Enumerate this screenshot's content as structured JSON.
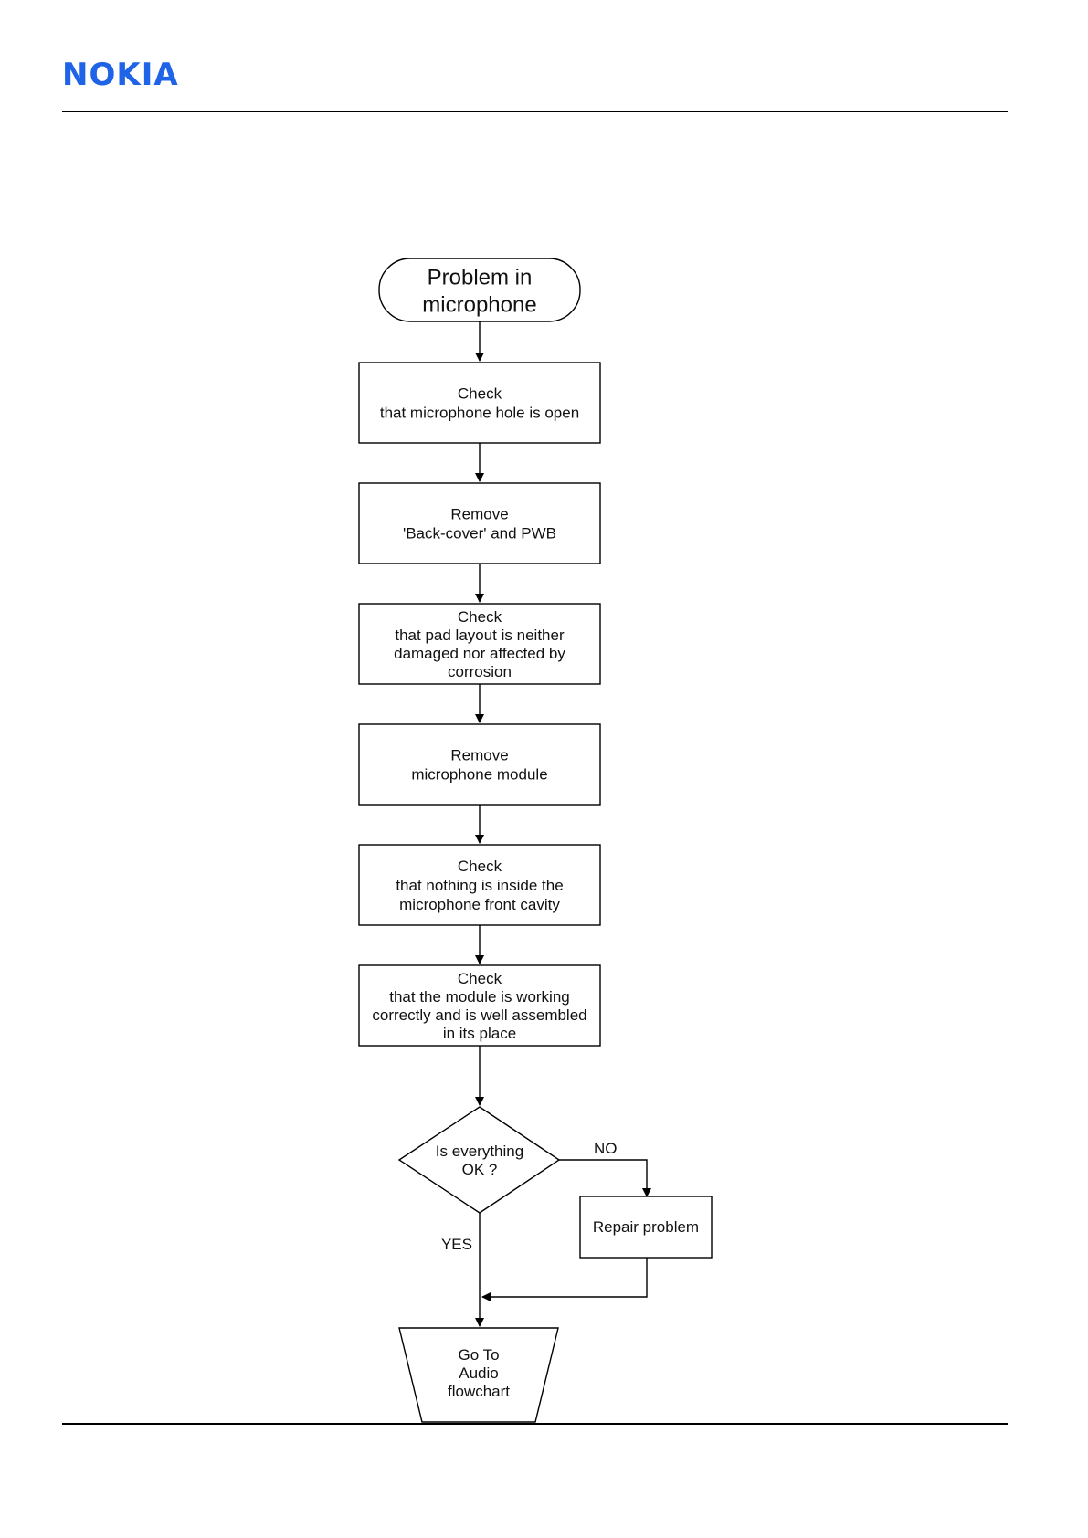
{
  "brand": {
    "logo_text": "NOKIA",
    "logo_color": "#1f64e6"
  },
  "flowchart": {
    "nodes": [
      {
        "id": "start",
        "shape": "terminal",
        "lines": [
          "Problem in",
          "microphone"
        ]
      },
      {
        "id": "check-hole",
        "shape": "process",
        "lines": [
          "Check",
          "that microphone hole is open"
        ]
      },
      {
        "id": "remove-cover",
        "shape": "process",
        "lines": [
          "Remove",
          "'Back-cover' and PWB"
        ]
      },
      {
        "id": "check-pad",
        "shape": "process",
        "lines": [
          "Check",
          "that pad layout is neither",
          "damaged nor affected by",
          "corrosion"
        ]
      },
      {
        "id": "remove-mic",
        "shape": "process",
        "lines": [
          "Remove",
          "microphone module"
        ]
      },
      {
        "id": "check-cavity",
        "shape": "process",
        "lines": [
          "Check",
          "that nothing is inside the",
          "microphone front cavity"
        ]
      },
      {
        "id": "check-module",
        "shape": "process",
        "lines": [
          "Check",
          "that the module is working",
          "correctly and is well assembled",
          "in its place"
        ]
      },
      {
        "id": "decision",
        "shape": "decision",
        "lines": [
          "Is everything",
          "OK ?"
        ]
      },
      {
        "id": "repair",
        "shape": "process",
        "lines": [
          "Repair problem"
        ]
      },
      {
        "id": "goto-audio",
        "shape": "trapezoid",
        "lines": [
          "Go To",
          "Audio",
          "flowchart"
        ]
      }
    ],
    "edge_labels": {
      "no": "NO",
      "yes": "YES"
    }
  }
}
